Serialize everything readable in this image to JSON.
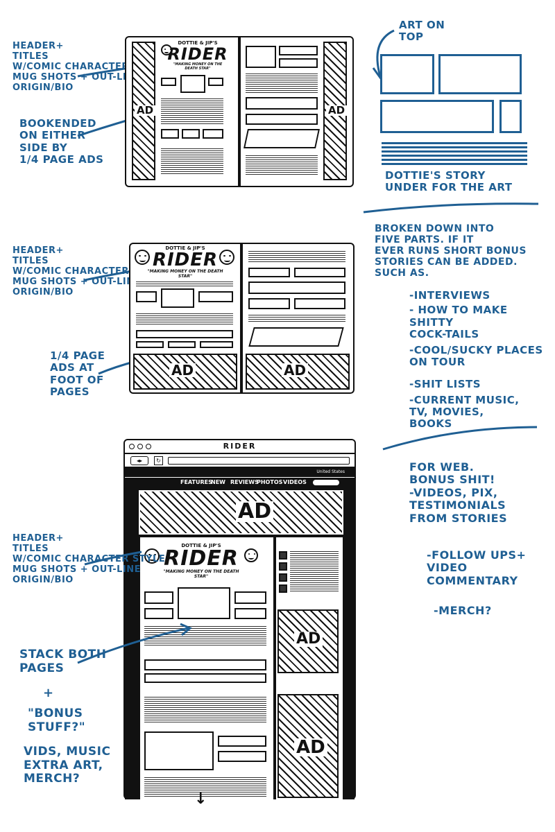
{
  "notes": {
    "header_titles_1": "HEADER+\nTITLES\nw/comic character style\nmug shots + out-line\norigin/bio",
    "bookended": "BOOKENDED\nON EITHER\nSIDE BY\n1/4 PAGE ADS",
    "art_on_top": "ART ON\nTOP",
    "dottie_story": "DOTTIE'S STORY\nUNDER FOR THE ART",
    "header_titles_2": "HEADER+\nTITLES\nw/comic character style\nmug shots + out-line\norigin/bio",
    "quarter_page_ads": "1/4 PAGE\nADS AT\nFOOT OF\nPAGES",
    "broken_down": "BROKEN DOWN INTO\nFIVE PARTS. IF IT\nEVER RUNS SHORT BONUS\nSTORIES CAN BE ADDED.\nSUCH AS.",
    "bonus_list": [
      "-INTERVIEWS",
      "- HOW TO MAKE SHITTY\n  COCK-TAILS",
      "-COOL/SUCKY PLACES\n  ON TOUR",
      "-SHIT LISTS",
      "-CURRENT MUSIC,\n  TV, MOVIES,\n  BOOKS"
    ],
    "for_web": "FOR WEB.\nBONUS SHIT!\n-VIDEOS, PIX,\n TESTIMONIALS\n FROM STORIES",
    "follow_ups": "-FOLLOW UPS+\n VIDEO\n COMMENTARY",
    "merch": "-MERCH?",
    "header_titles_3": "HEADER+\nTITLES\nw/comic character style\nmug shots + out-line\norigin/bio",
    "stack_pages": "STACK BOTH\nPAGES",
    "plus": "+",
    "bonus_stuff": "\"BONUS\nSTUFF?\"",
    "vids_music": "VIDS, MUSIC\nEXTRA ART,\nMERCH?"
  },
  "masthead": {
    "small": "DOTTIE & JIP'S",
    "title": "RIDER",
    "tagline": "\"MAKING MONEY ON THE DEATH STAR\""
  },
  "ad_label": "AD",
  "browser": {
    "title": "RIDER",
    "nav": [
      "FEATURES",
      "NEW",
      "REVIEWS",
      "PHOTOS",
      "VIDEOS"
    ],
    "region": "United States"
  },
  "colors": {
    "note_blue": "#1f5f93",
    "ink": "#111111"
  }
}
